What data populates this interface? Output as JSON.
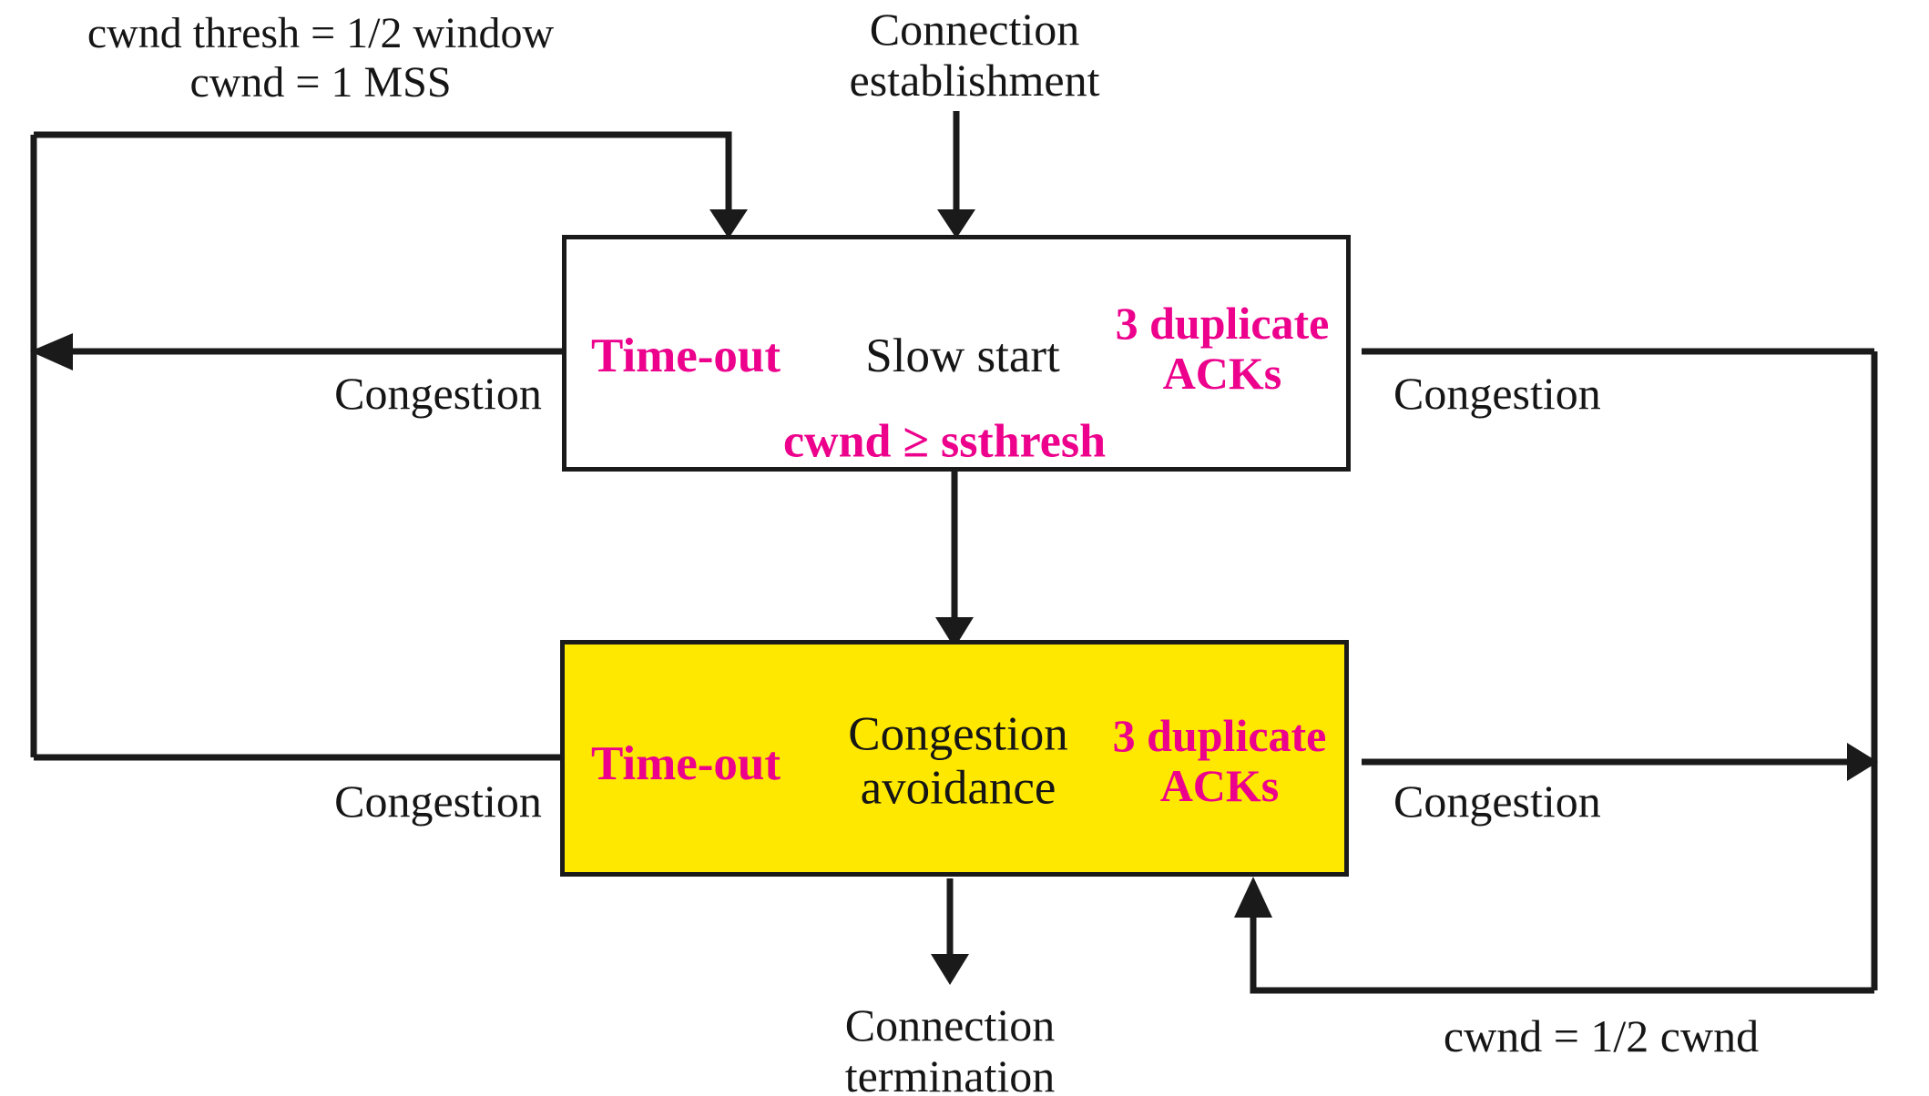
{
  "diagram": {
    "title": "TCP congestion control state machine",
    "colors": {
      "accent_pink": "#EC008C",
      "state_highlight_yellow": "#FFE800",
      "line_black": "#1a1a1a",
      "shadow_gray": "#565656",
      "background": "#ffffff"
    }
  },
  "annotations": {
    "top_left_line1": "cwnd thresh = 1/2 window",
    "top_left_line2": "cwnd = 1 MSS",
    "connection_establishment_line1": "Connection",
    "connection_establishment_line2": "establishment",
    "connection_termination_line1": "Connection",
    "connection_termination_line2": "termination",
    "congestion_top_left": "Congestion",
    "congestion_top_right": "Congestion",
    "congestion_bottom_left": "Congestion",
    "congestion_bottom_right": "Congestion",
    "cwnd_halve": "cwnd = 1/2 cwnd"
  },
  "states": [
    {
      "id": "slow-start",
      "name": "Slow start",
      "name_lines": [
        "Slow start"
      ],
      "left_event": "Time-out",
      "right_event_line1": "3 duplicate",
      "right_event_line2": "ACKs",
      "transition_condition": "cwnd ≥ ssthresh",
      "fill": "#ffffff"
    },
    {
      "id": "congestion-avoidance",
      "name": "Congestion avoidance",
      "name_lines": [
        "Congestion",
        "avoidance"
      ],
      "left_event": "Time-out",
      "right_event_line1": "3 duplicate",
      "right_event_line2": "ACKs",
      "fill": "#FFE800"
    }
  ]
}
